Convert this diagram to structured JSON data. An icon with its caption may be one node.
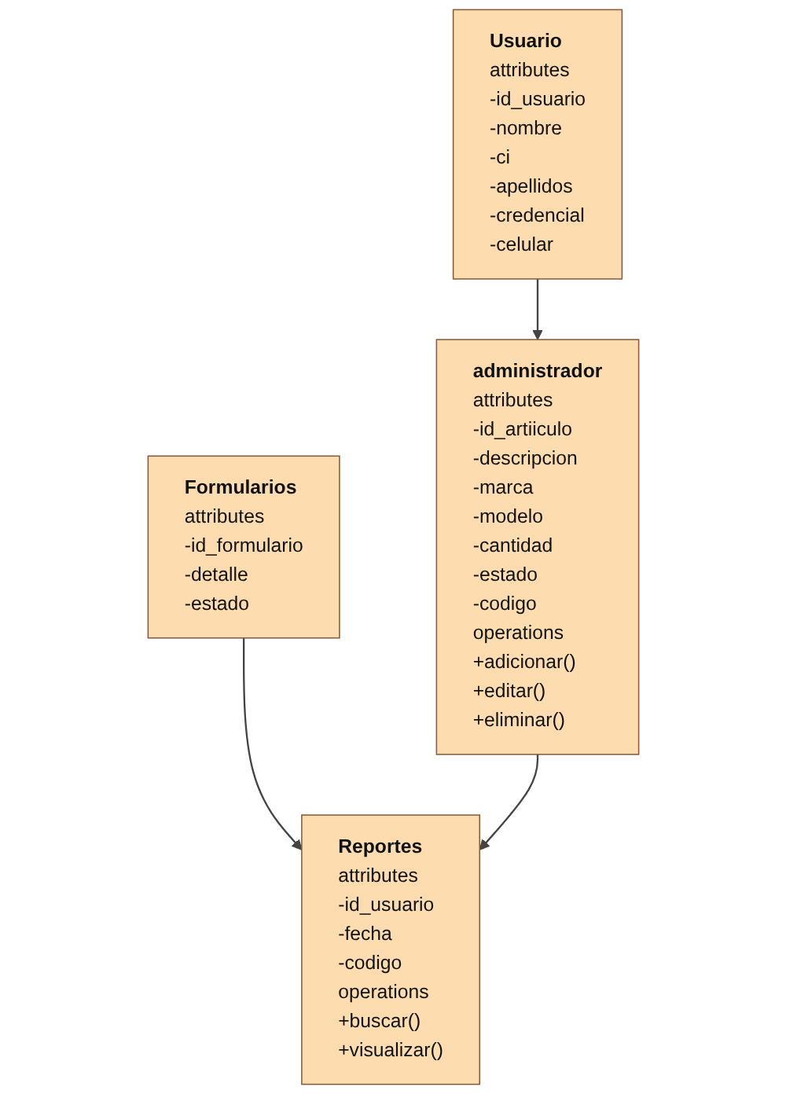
{
  "diagram": {
    "nodes": [
      {
        "text": [
          "Usuario",
          "attributes",
          "-id_usuario",
          "-nombre",
          "-ci",
          "-apellidos",
          "-credencial",
          "-celular"
        ]
      },
      {
        "text": [
          "Formularios",
          "attributes",
          "-id_formulario",
          "-detalle",
          "-estado"
        ]
      },
      {
        "text": [
          "administrador",
          "attributes",
          "-id_artiiculo",
          "-descripcion",
          "-marca",
          "-modelo",
          "-cantidad",
          "-estado",
          "-codigo",
          "operations",
          "+adicionar()",
          "+editar()",
          "+eliminar()"
        ]
      },
      {
        "text": [
          "Reportes",
          "attributes",
          "-id_usuario",
          "-fecha",
          "-codigo",
          "operations",
          "+buscar()",
          "+visualizar()"
        ]
      }
    ],
    "edges": [
      {
        "from": 0,
        "to": 2,
        "arrow": "to"
      },
      {
        "from": 1,
        "to": 3,
        "arrow": "to"
      },
      {
        "from": 2,
        "to": 3,
        "arrow": "to"
      }
    ]
  }
}
